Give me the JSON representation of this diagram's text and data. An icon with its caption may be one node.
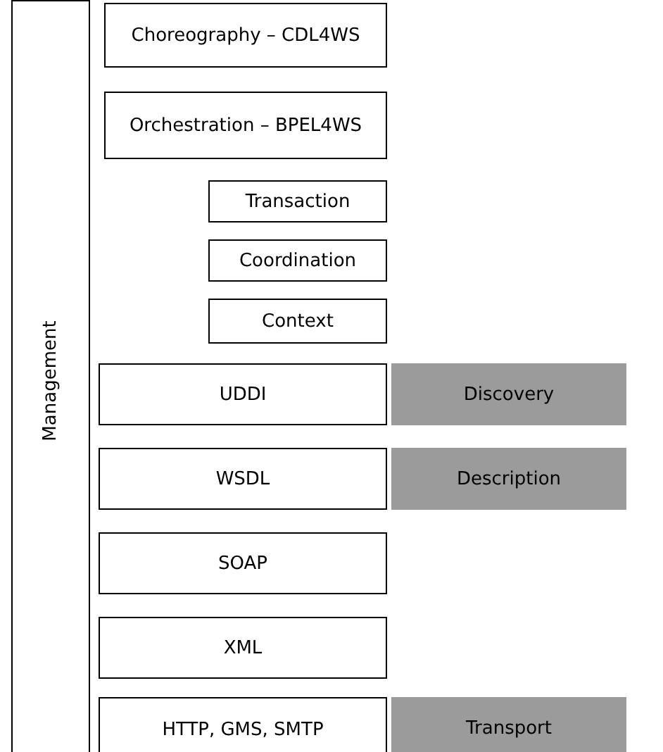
{
  "diagram": {
    "nodes": [
      {
        "text": [
          "Management"
        ]
      },
      {
        "text": [
          "Choreography – CDL4WS"
        ]
      },
      {
        "text": [
          "Orchestration – BPEL4WS"
        ]
      },
      {
        "text": [
          "Transaction"
        ]
      },
      {
        "text": [
          "Coordination"
        ]
      },
      {
        "text": [
          "Context"
        ]
      },
      {
        "text": [
          "UDDI"
        ]
      },
      {
        "text": [
          "Discovery"
        ]
      },
      {
        "text": [
          "WSDL"
        ]
      },
      {
        "text": [
          "Description"
        ]
      },
      {
        "text": [
          "SOAP"
        ]
      },
      {
        "text": [
          "XML"
        ]
      },
      {
        "text": [
          "HTTP, GMS, SMTP"
        ]
      },
      {
        "text": [
          "Transport"
        ]
      }
    ]
  }
}
